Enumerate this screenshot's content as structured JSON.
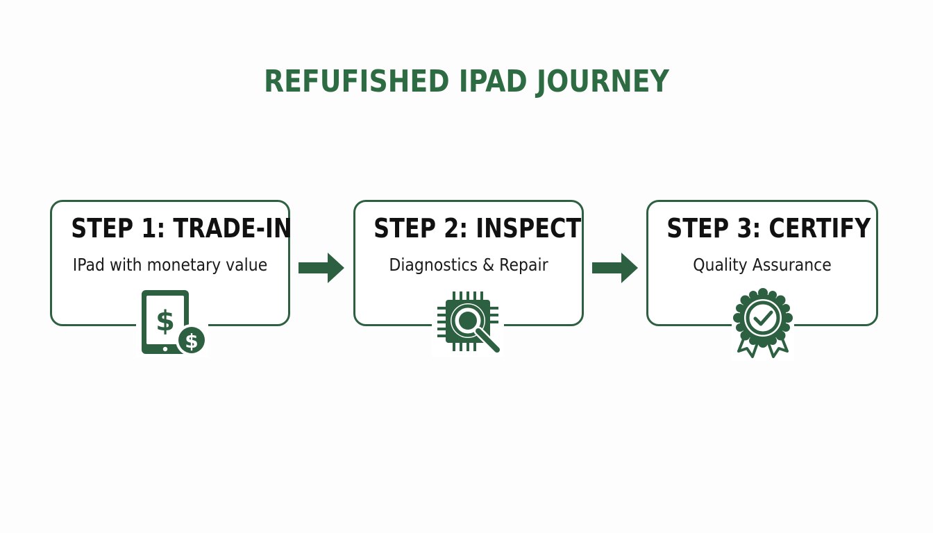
{
  "title": "REFUFISHED IPAD JOURNEY",
  "colors": {
    "accent": "#2d6b42",
    "border": "#2d6040",
    "text": "#111111"
  },
  "steps": [
    {
      "title": "STEP 1: TRADE-IN",
      "subtitle": "IPad with monetary value",
      "icon": "tablet-dollar-icon"
    },
    {
      "title": "STEP 2: INSPECT",
      "subtitle": "Diagnostics & Repair",
      "icon": "chip-magnifier-icon"
    },
    {
      "title": "STEP 3: CERTIFY",
      "subtitle": "Quality Assurance",
      "icon": "certified-badge-icon"
    }
  ]
}
